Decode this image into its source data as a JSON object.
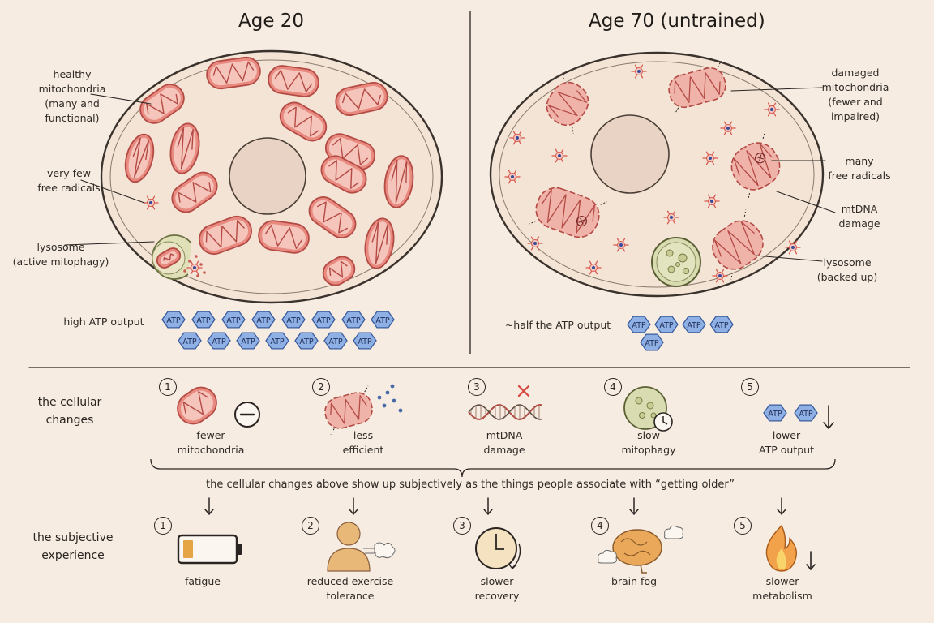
{
  "titles": {
    "left": "Age 20",
    "right": "Age 70 (untrained)"
  },
  "left_cell": {
    "labels": {
      "healthy_mito": [
        "healthy",
        "mitochondria",
        "(many and",
        "functional)"
      ],
      "free_radicals": [
        "very few",
        "free radicals"
      ],
      "lysosome": [
        "lysosome",
        "(active mitophagy)"
      ]
    },
    "atp_label": "high ATP output",
    "atp_count": 15
  },
  "right_cell": {
    "labels": {
      "damaged_mito": [
        "damaged",
        "mitochondria",
        "(fewer and",
        "impaired)"
      ],
      "free_radicals": [
        "many",
        "free radicals"
      ],
      "mtdna": [
        "mtDNA",
        "damage"
      ],
      "lysosome": [
        "lysosome",
        "(backed up)"
      ]
    },
    "atp_label": "~half the ATP output",
    "atp_count": 5
  },
  "atp_text": "ATP",
  "cellular_changes": {
    "heading": [
      "the cellular",
      "changes"
    ],
    "items": [
      {
        "n": "1",
        "label": [
          "fewer",
          "mitochondria"
        ],
        "icon": "mitochondrion-minus-icon"
      },
      {
        "n": "2",
        "label": [
          "less",
          "efficient"
        ],
        "icon": "damaged-mitochondrion-icon"
      },
      {
        "n": "3",
        "label": [
          "mtDNA",
          "damage"
        ],
        "icon": "dna-strand-icon"
      },
      {
        "n": "4",
        "label": [
          "slow",
          "mitophagy"
        ],
        "icon": "lysosome-clock-icon"
      },
      {
        "n": "5",
        "label": [
          "lower",
          "ATP output"
        ],
        "icon": "atp-down-icon"
      }
    ]
  },
  "bridge_text": "the cellular changes above show up subjectively as the things people associate with “getting older”",
  "subjective": {
    "heading": [
      "the subjective",
      "experience"
    ],
    "items": [
      {
        "n": "1",
        "label": [
          "fatigue"
        ],
        "icon": "low-battery-icon"
      },
      {
        "n": "2",
        "label": [
          "reduced exercise",
          "tolerance"
        ],
        "icon": "tired-person-icon"
      },
      {
        "n": "3",
        "label": [
          "slower",
          "recovery"
        ],
        "icon": "clock-icon"
      },
      {
        "n": "4",
        "label": [
          "brain fog"
        ],
        "icon": "brain-fog-icon"
      },
      {
        "n": "5",
        "label": [
          "slower",
          "metabolism"
        ],
        "icon": "flame-down-icon"
      }
    ]
  },
  "colors": {
    "background": "#f6ece1",
    "cell_fill": "#f4e4d6",
    "mito_fill": "#e88a80",
    "mito_stroke": "#b44a44",
    "atp_fill": "#8fb0e4",
    "atp_stroke": "#3a5c9c",
    "lysosome_fill": "#d8dcb0",
    "radical_red": "#d8574c",
    "radical_blue": "#3a4a9a"
  }
}
